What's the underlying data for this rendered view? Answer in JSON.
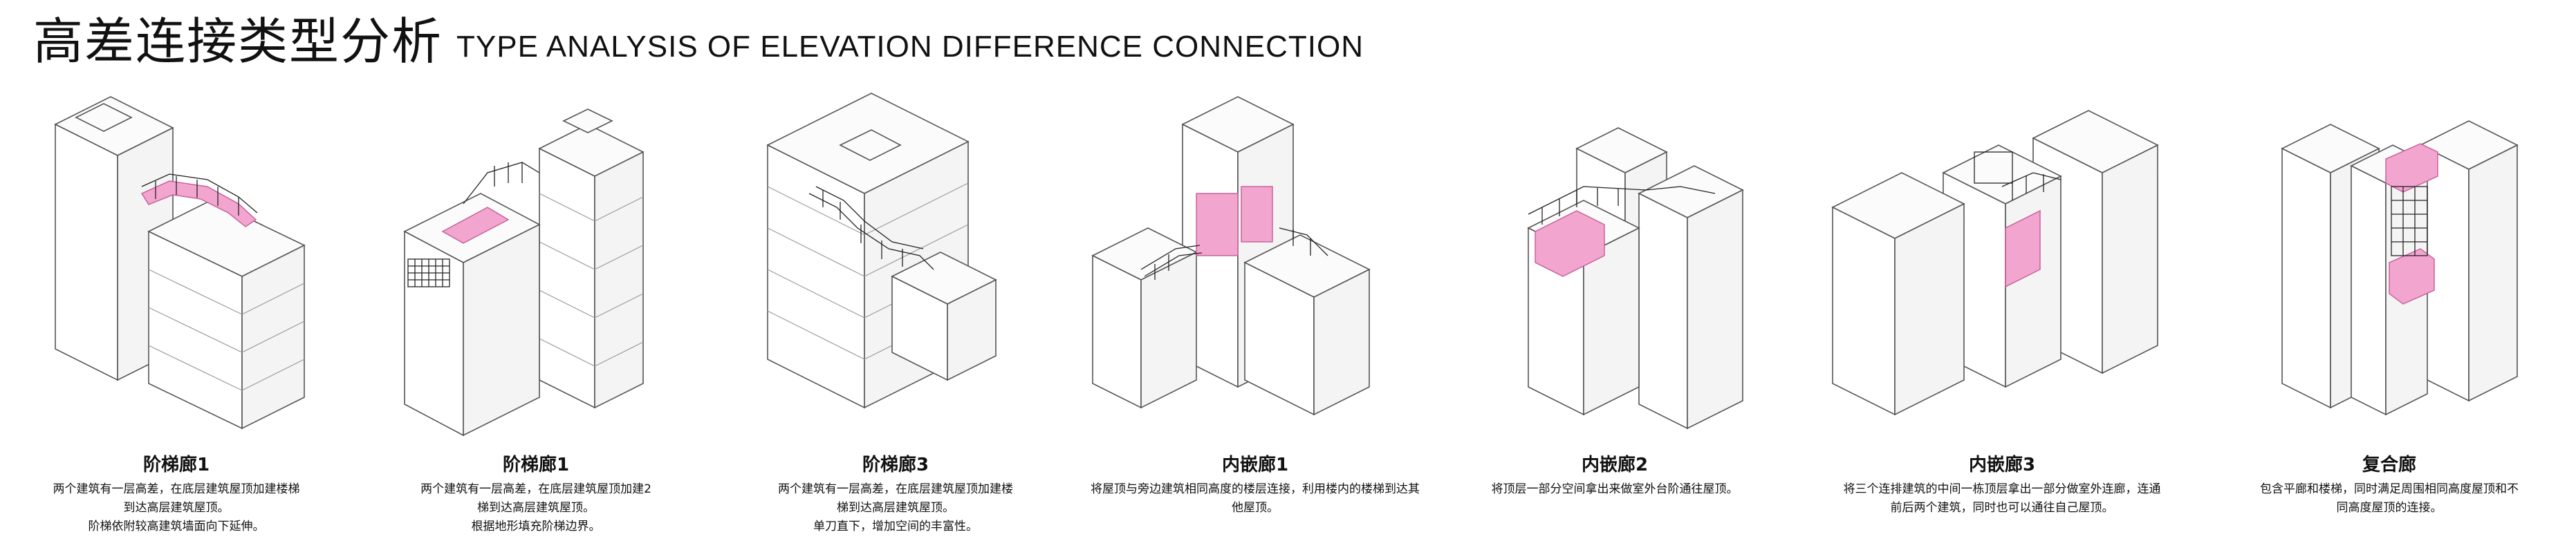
{
  "header": {
    "title_cn": "高差连接类型分析",
    "title_en": "TYPE ANALYSIS OF ELEVATION DIFFERENCE CONNECTION"
  },
  "colors": {
    "accent": "#f2a5cf",
    "line": "#555555"
  },
  "panels": [
    {
      "name": "阶梯廊1",
      "lines": [
        "两个建筑有一层高差，在底层建筑屋顶加建楼梯",
        "到达高层建筑屋顶。",
        "阶梯依附较高建筑墙面向下延伸。"
      ]
    },
    {
      "name": "阶梯廊1",
      "lines": [
        "两个建筑有一层高差，在底层建筑屋顶加建2",
        "梯到达高层建筑屋顶。",
        "根据地形填充阶梯边界。"
      ]
    },
    {
      "name": "阶梯廊3",
      "lines": [
        "两个建筑有一层高差，在底层建筑屋顶加建楼",
        "梯到达高层建筑屋顶。",
        "单刀直下，增加空间的丰富性。"
      ]
    },
    {
      "name": "内嵌廊1",
      "lines": [
        "将屋顶与旁边建筑相同高度的楼层连接，利用楼内的楼梯到达其",
        "他屋顶。"
      ]
    },
    {
      "name": "内嵌廊2",
      "lines": [
        "将顶层一部分空间拿出来做室外台阶通往屋顶。"
      ]
    },
    {
      "name": "内嵌廊3",
      "lines": [
        "将三个连排建筑的中间一栋顶层拿出一部分做室外连廊，连通",
        "前后两个建筑，同时也可以通往自己屋顶。"
      ]
    },
    {
      "name": "复合廊",
      "lines": [
        "包含平廊和楼梯，同时满足周围相同高度屋顶和不",
        "同高度屋顶的连接。"
      ]
    }
  ]
}
